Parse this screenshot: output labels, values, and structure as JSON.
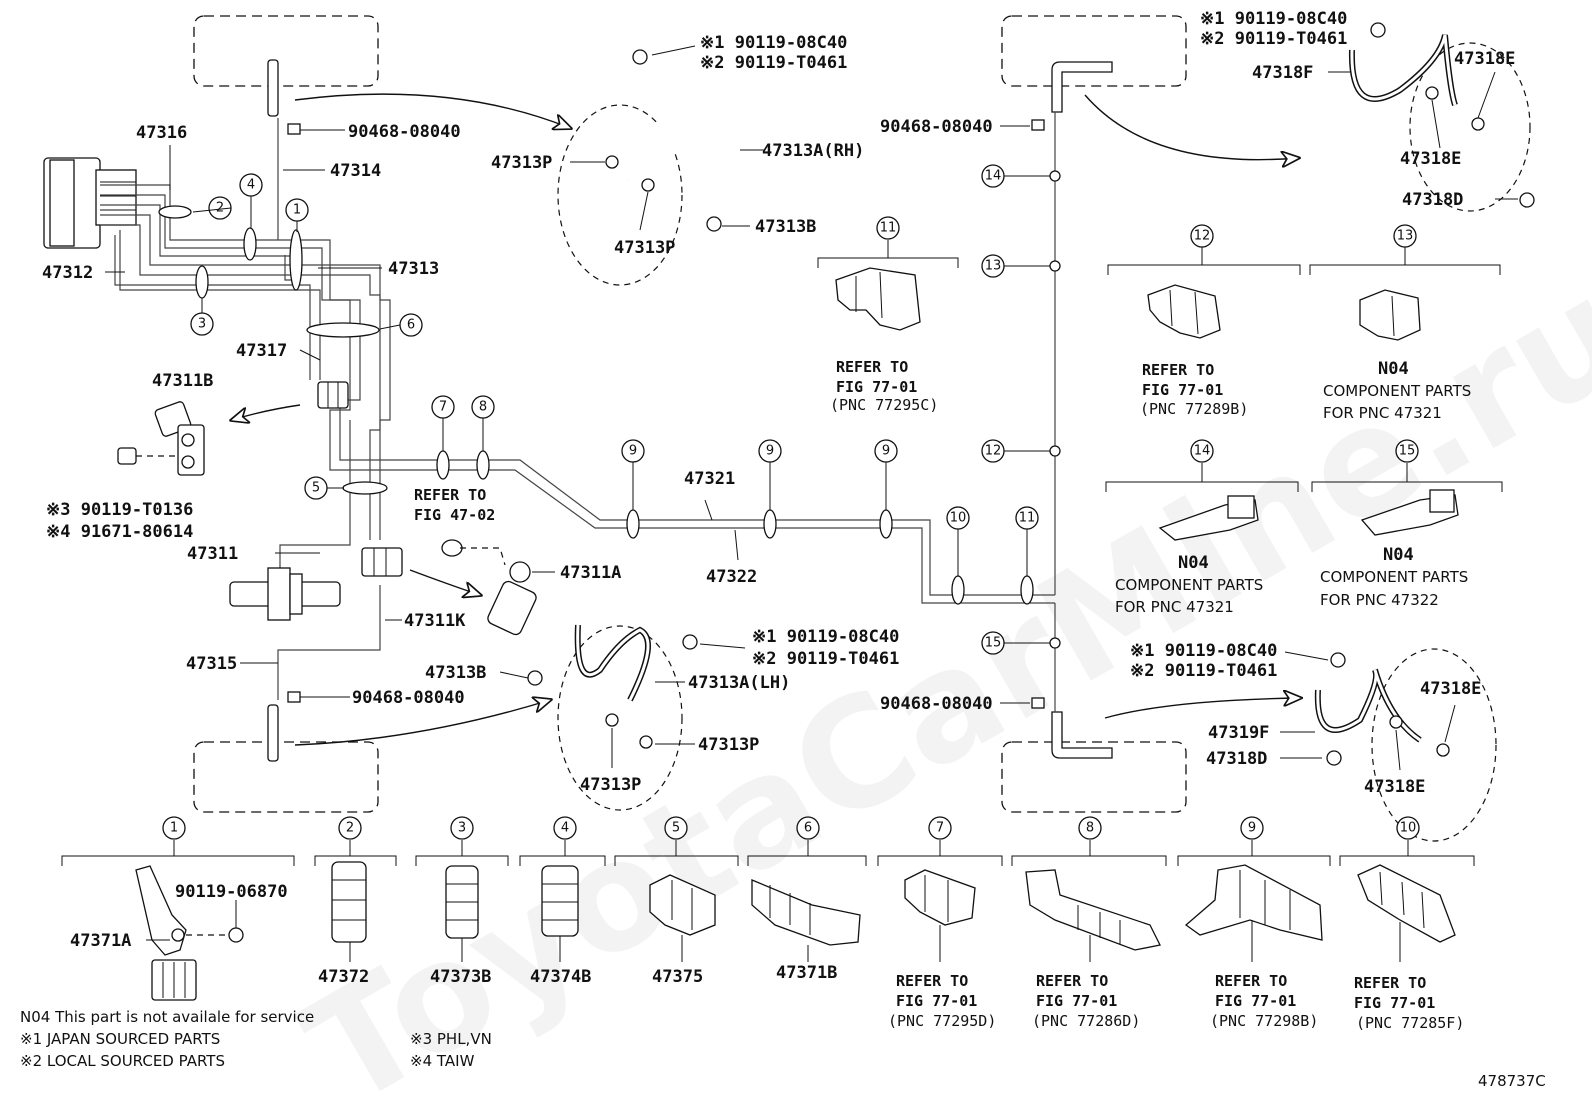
{
  "labels": {
    "p47316": "47316",
    "p47314": "47314",
    "p47312": "47312",
    "p47313": "47313",
    "p47317": "47317",
    "p47311b": "47311B",
    "p47311": "47311",
    "p47311k": "47311K",
    "p47315": "47315",
    "p47311a": "47311A",
    "p47321": "47321",
    "p47322": "47322",
    "p47313p_a": "47313P",
    "p47313p_b": "47313P",
    "p47313a_rh": "47313A(RH)",
    "p47313b_top": "47313B",
    "p47313b_low": "47313B",
    "p47313a_lh": "47313A(LH)",
    "p47313p_c": "47313P",
    "p47313p_d": "47313P",
    "p47318f": "47318F",
    "p47318e_a": "47318E",
    "p47318e_b": "47318E",
    "p47318d_top": "47318D",
    "p47319f": "47319F",
    "p47318d_low": "47318D",
    "p47318e_c": "47318E",
    "p47318e_d": "47318E",
    "c90468_a": "90468-08040",
    "c90468_b": "90468-08040",
    "c90468_c": "90468-08040",
    "c90468_d": "90468-08040",
    "bolt_top_1": "※1 90119-08C40",
    "bolt_top_2": "※2 90119-T0461",
    "bolt_rt_1": "※1 90119-08C40",
    "bolt_rt_2": "※2 90119-T0461",
    "bolt_mid_1": "※1 90119-08C40",
    "bolt_mid_2": "※2 90119-T0461",
    "bolt_rl_1": "※1 90119-08C40",
    "bolt_rl_2": "※2 90119-T0461",
    "bolt_b_3": "※3 90119-T0136",
    "bolt_b_4": "※4 91671-80614",
    "refer_47_line1": "REFER TO",
    "refer_47_line2": "FIG 47-02"
  },
  "clamps_upper": [
    {
      "num": "11",
      "refer": "REFER TO",
      "fig": "FIG 77-01",
      "pnc": "(PNC 77295C)"
    },
    {
      "num": "12",
      "refer": "REFER TO",
      "fig": "FIG 77-01",
      "pnc": "(PNC 77289B)"
    },
    {
      "num": "13",
      "code": "N04",
      "desc1": "COMPONENT PARTS",
      "desc2": "FOR PNC 47321"
    },
    {
      "num": "14",
      "code": "N04",
      "desc1": "COMPONENT PARTS",
      "desc2": "FOR PNC 47321"
    },
    {
      "num": "15",
      "code": "N04",
      "desc1": "COMPONENT PARTS",
      "desc2": "FOR PNC 47322"
    }
  ],
  "clamps_lower": [
    {
      "num": "1",
      "part": "47371A",
      "bolt": "90119-06870"
    },
    {
      "num": "2",
      "part": "47372"
    },
    {
      "num": "3",
      "part": "47373B"
    },
    {
      "num": "4",
      "part": "47374B"
    },
    {
      "num": "5",
      "part": "47375"
    },
    {
      "num": "6",
      "part": "47371B"
    },
    {
      "num": "7",
      "refer": "REFER TO",
      "fig": "FIG 77-01",
      "pnc": "(PNC 77295D)"
    },
    {
      "num": "8",
      "refer": "REFER TO",
      "fig": "FIG 77-01",
      "pnc": "(PNC 77286D)"
    },
    {
      "num": "9",
      "refer": "REFER TO",
      "fig": "FIG 77-01",
      "pnc": "(PNC 77298B)"
    },
    {
      "num": "10",
      "refer": "REFER TO",
      "fig": "FIG 77-01",
      "pnc": "(PNC 77285F)"
    }
  ],
  "callouts": [
    "1",
    "2",
    "3",
    "4",
    "5",
    "6",
    "7",
    "8",
    "9",
    "9",
    "9",
    "9",
    "10",
    "11",
    "12",
    "13",
    "14",
    "15"
  ],
  "notes": {
    "n04": "N04  This part is not availale for service",
    "s1": "※1 JAPAN SOURCED PARTS",
    "s2": "※2 LOCAL SOURCED PARTS",
    "s3": "※3 PHL,VN",
    "s4": "※4 TAIW"
  },
  "figure_id": "478737C",
  "watermark": "ToyotaCarMine.ru"
}
